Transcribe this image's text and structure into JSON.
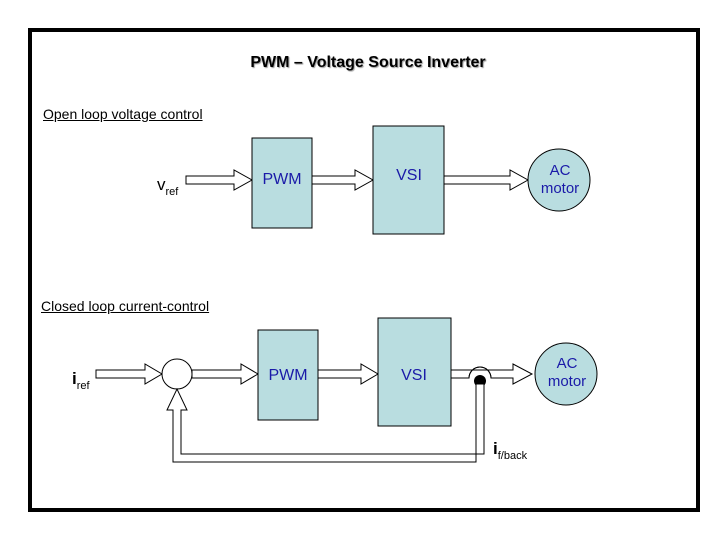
{
  "title": "PWM – Voltage Source Inverter",
  "colors": {
    "block_fill": "#b9dde0",
    "block_text": "#1a1aa8",
    "stroke": "#000000"
  },
  "open_loop": {
    "section_label": "Open loop voltage control",
    "input_symbol": "v",
    "input_subscript": "ref",
    "blocks": [
      {
        "id": "pwm",
        "label": "PWM"
      },
      {
        "id": "vsi",
        "label": "VSI"
      }
    ],
    "motor": {
      "line1": "AC",
      "line2": "motor"
    }
  },
  "closed_loop": {
    "section_label": "Closed loop current-control",
    "input_symbol": "i",
    "input_subscript": "ref",
    "blocks": [
      {
        "id": "pwm",
        "label": "PWM"
      },
      {
        "id": "vsi",
        "label": "VSI"
      }
    ],
    "motor": {
      "line1": "AC",
      "line2": "motor"
    },
    "feedback_symbol": "i",
    "feedback_subscript": "f/back"
  }
}
